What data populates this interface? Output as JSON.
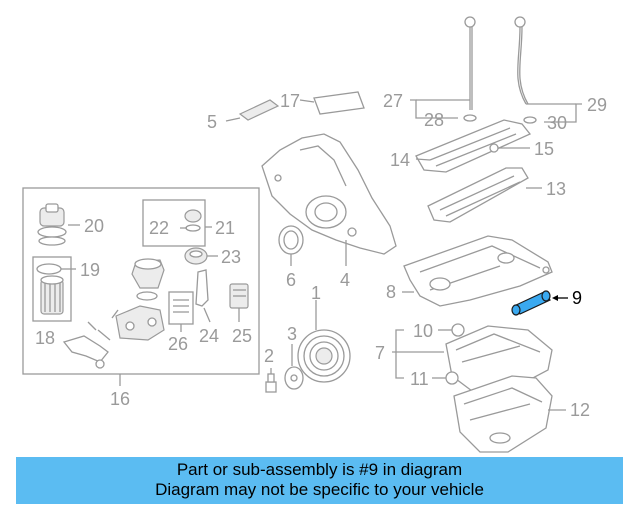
{
  "callouts": {
    "c1": "1",
    "c2": "2",
    "c3": "3",
    "c4": "4",
    "c5": "5",
    "c6": "6",
    "c7": "7",
    "c8": "8",
    "c9": "9",
    "c10": "10",
    "c11": "11",
    "c12": "12",
    "c13": "13",
    "c14": "14",
    "c15": "15",
    "c16": "16",
    "c17": "17",
    "c18": "18",
    "c19": "19",
    "c20": "20",
    "c21": "21",
    "c22": "22",
    "c23": "23",
    "c24": "24",
    "c25": "25",
    "c26": "26",
    "c27": "27",
    "c28": "28",
    "c29": "29",
    "c30": "30"
  },
  "highlighted_part": "9",
  "banner": {
    "line1": "Part or sub-assembly is #9 in diagram",
    "line2": "Diagram may not be specific to your vehicle"
  },
  "colors": {
    "banner_bg": "#5bbcf2",
    "highlight": "#3aa9f0",
    "line_art": "#9a9a9a"
  }
}
